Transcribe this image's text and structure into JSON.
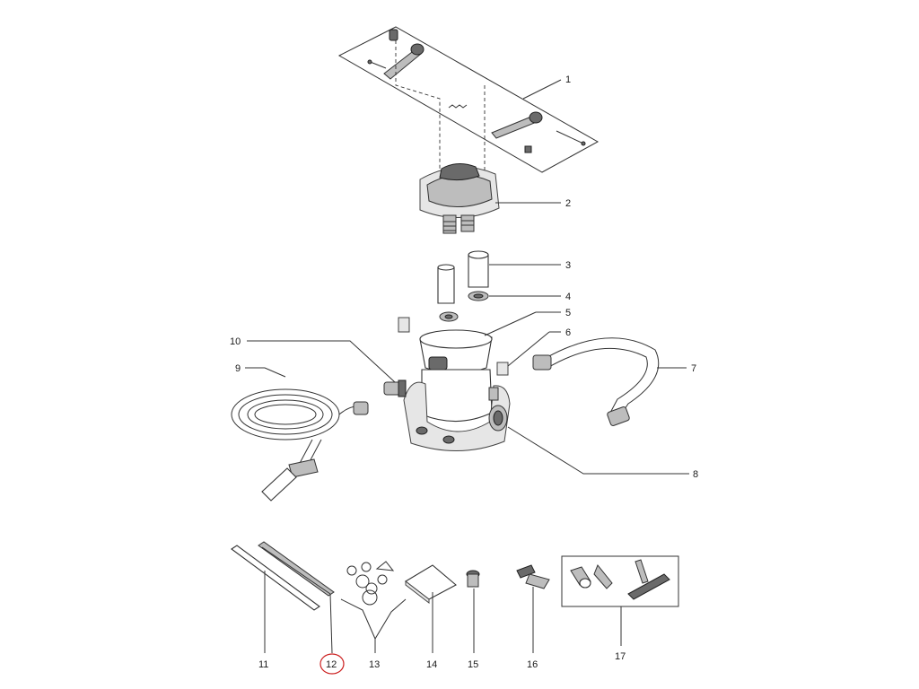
{
  "diagram": {
    "callouts": [
      {
        "id": "1",
        "label": "1"
      },
      {
        "id": "2",
        "label": "2"
      },
      {
        "id": "3",
        "label": "3"
      },
      {
        "id": "4",
        "label": "4"
      },
      {
        "id": "5",
        "label": "5"
      },
      {
        "id": "6",
        "label": "6"
      },
      {
        "id": "7",
        "label": "7"
      },
      {
        "id": "8",
        "label": "8"
      },
      {
        "id": "9",
        "label": "9"
      },
      {
        "id": "10",
        "label": "10"
      },
      {
        "id": "11",
        "label": "11"
      },
      {
        "id": "12",
        "label": "12",
        "highlighted": true
      },
      {
        "id": "13",
        "label": "13"
      },
      {
        "id": "14",
        "label": "14"
      },
      {
        "id": "15",
        "label": "15"
      },
      {
        "id": "16",
        "label": "16"
      },
      {
        "id": "17",
        "label": "17"
      }
    ],
    "highlight_color": "#cc2222",
    "line_color": "#333333"
  }
}
